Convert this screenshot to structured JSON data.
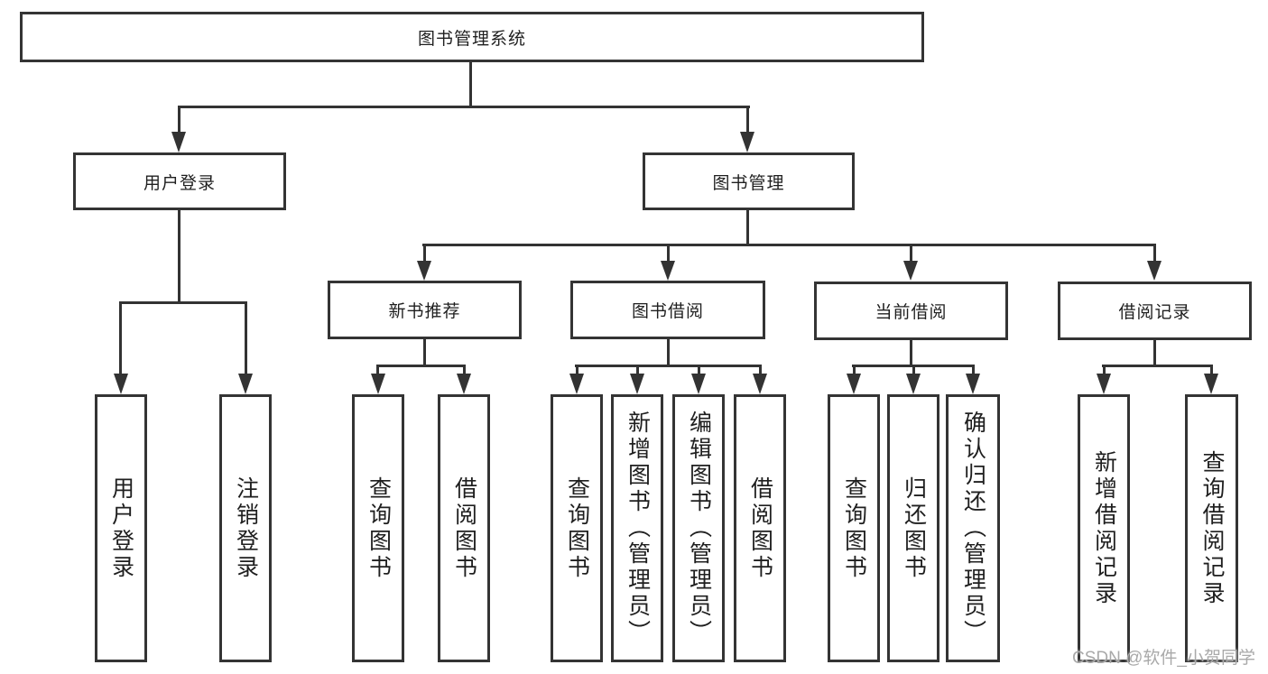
{
  "colors": {
    "line": "#333333",
    "border": "#343434",
    "text": "#1f1f1f",
    "bg": "#ffffff",
    "watermark": "#a9a9a9"
  },
  "watermark": "CSDN @软件_小贺同学",
  "tree": {
    "root": {
      "label": "图书管理系统",
      "children": [
        {
          "label": "用户登录",
          "children": [
            {
              "label": "用户登录"
            },
            {
              "label": "注销登录"
            }
          ]
        },
        {
          "label": "图书管理",
          "children": [
            {
              "label": "新书推荐",
              "children": [
                {
                  "label": "查询图书"
                },
                {
                  "label": "借阅图书"
                }
              ]
            },
            {
              "label": "图书借阅",
              "children": [
                {
                  "label": "查询图书"
                },
                {
                  "label": "新增图书（管理员）"
                },
                {
                  "label": "编辑图书（管理员）"
                },
                {
                  "label": "借阅图书"
                }
              ]
            },
            {
              "label": "当前借阅",
              "children": [
                {
                  "label": "查询图书"
                },
                {
                  "label": "归还图书"
                },
                {
                  "label": "确认归还（管理员）"
                }
              ]
            },
            {
              "label": "借阅记录",
              "children": [
                {
                  "label": "新增借阅记录"
                },
                {
                  "label": "查询借阅记录"
                }
              ]
            }
          ]
        }
      ]
    }
  }
}
